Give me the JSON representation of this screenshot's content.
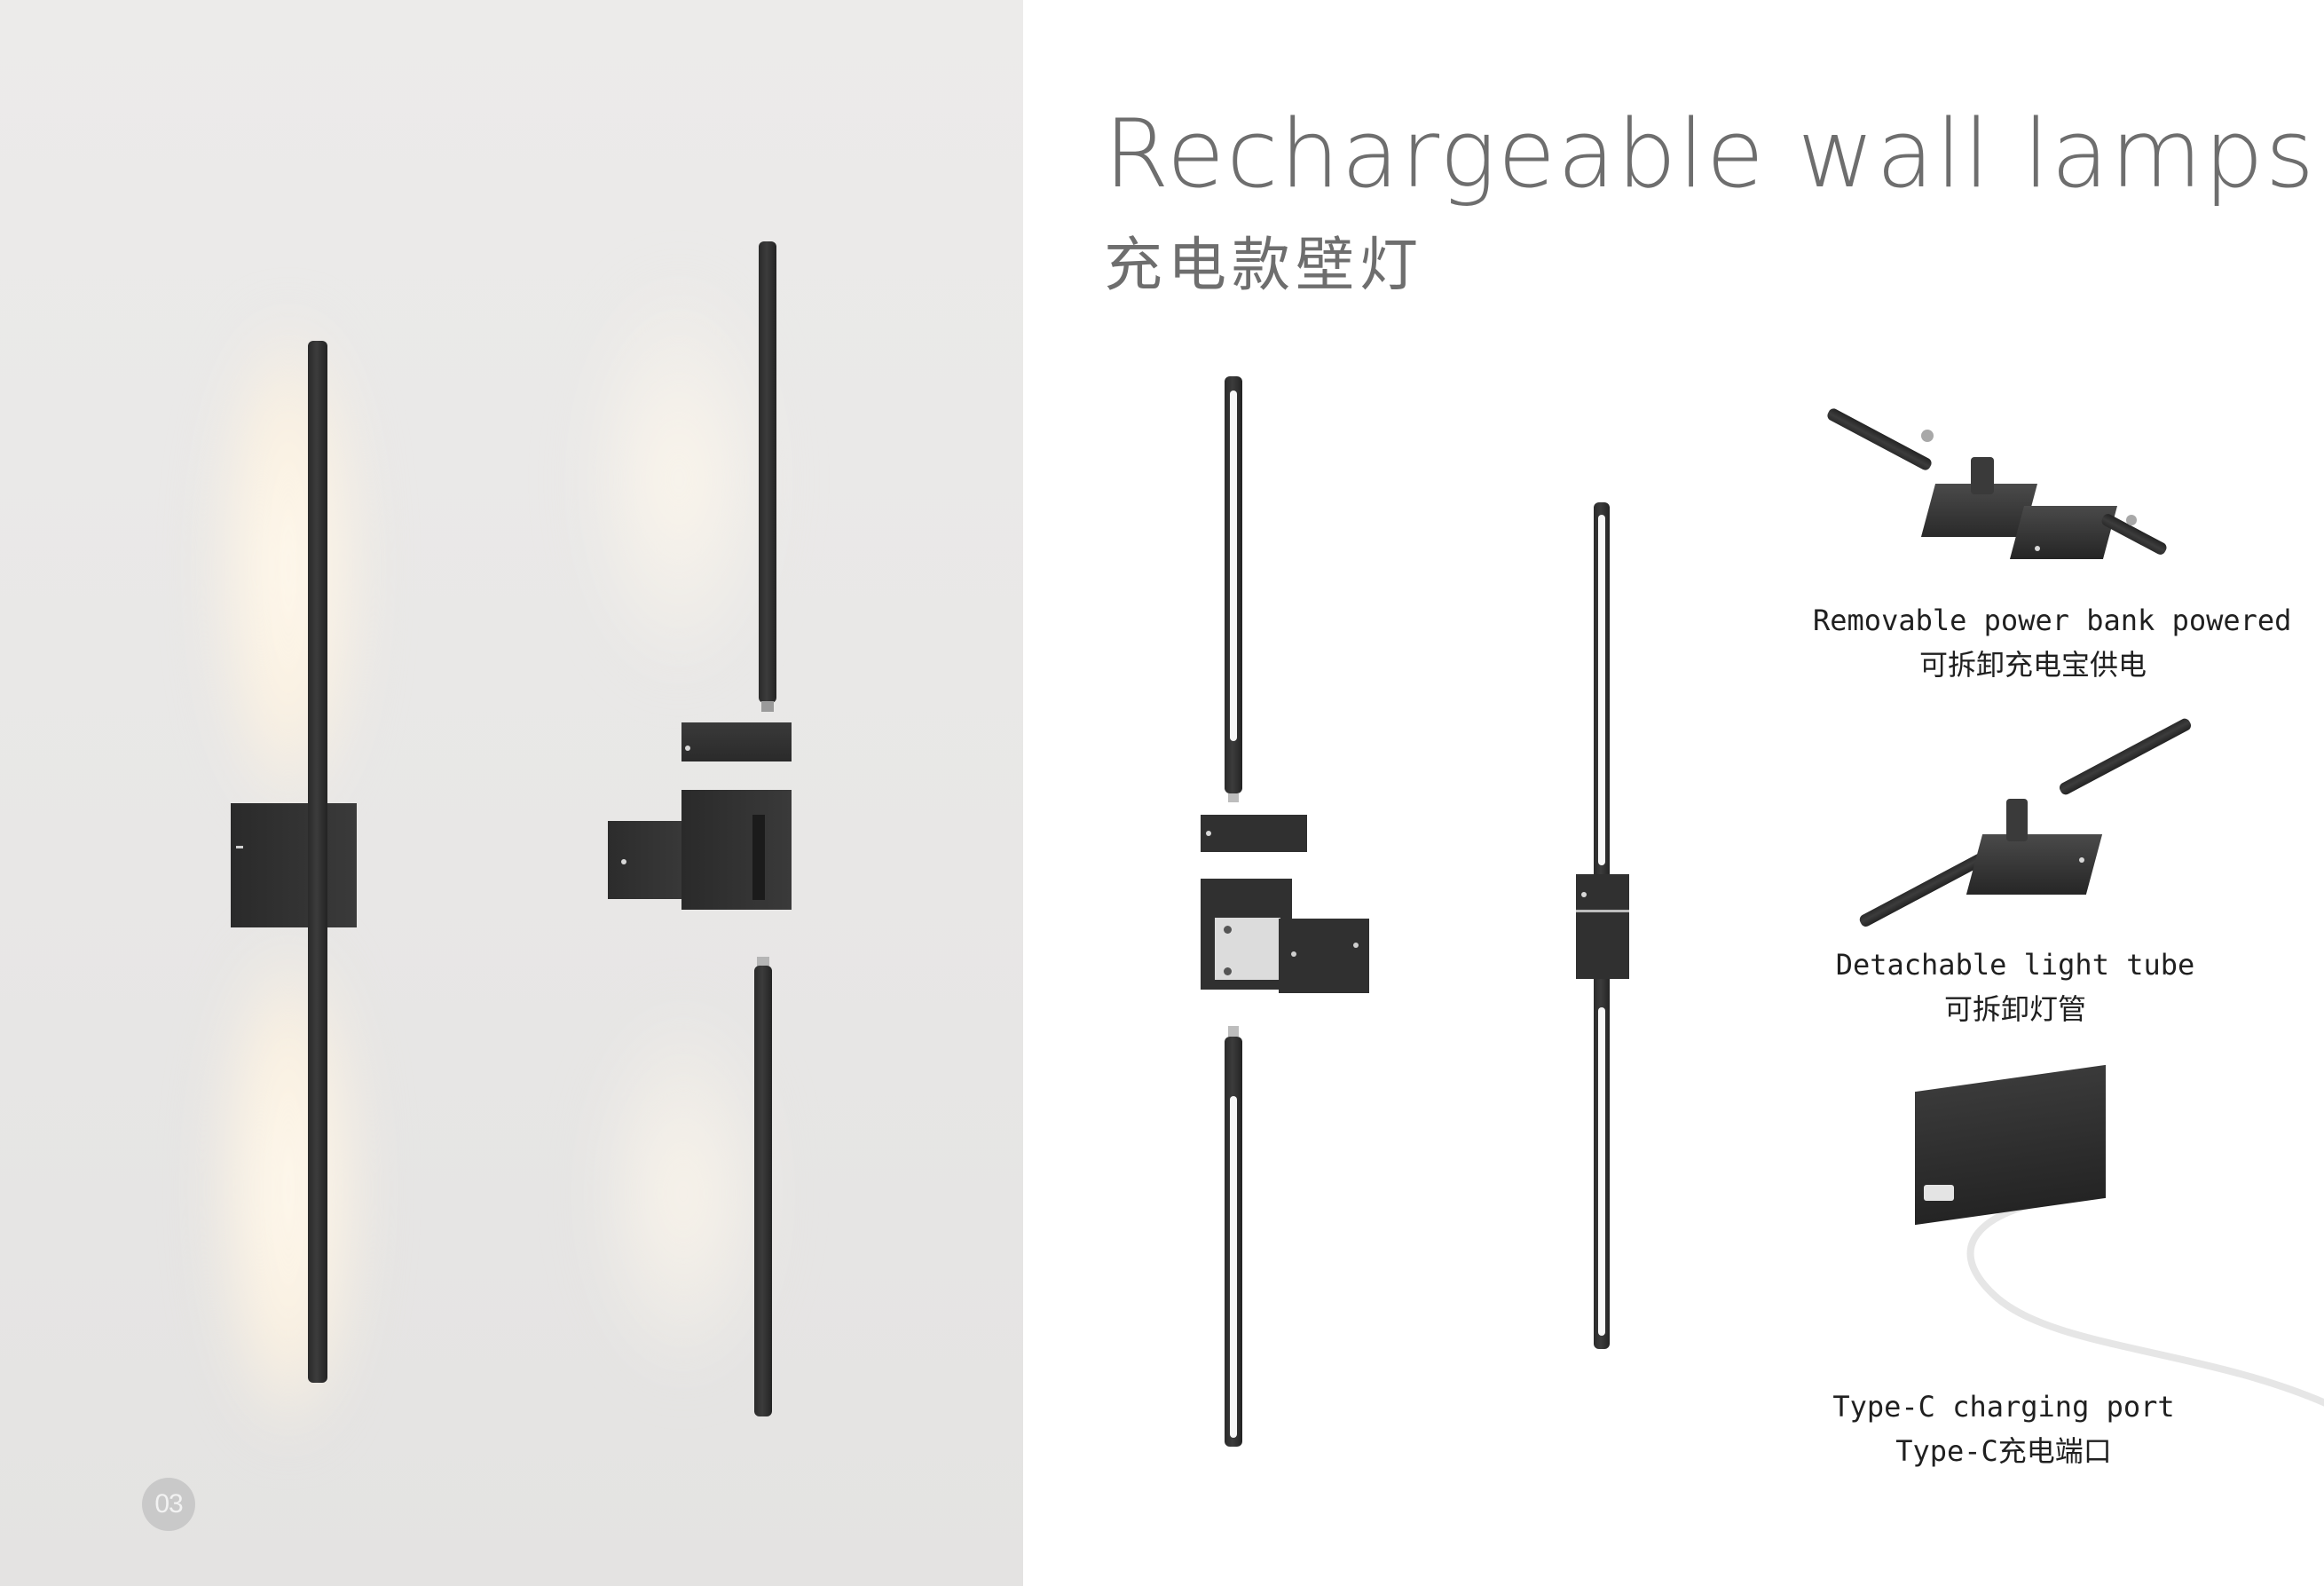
{
  "title": {
    "en": "Rechargeable wall lamps",
    "cn": "充电款壁灯"
  },
  "features": [
    {
      "en": "Removable power bank powered",
      "cn": "可拆卸充电宝供电"
    },
    {
      "en": "Detachable light tube",
      "cn": "可拆卸灯管"
    },
    {
      "en": "Type-C charging port",
      "cn": "Type-C充电端口"
    }
  ],
  "page_number": "03",
  "colors": {
    "wall": "#e9e8e7",
    "lamp_black": "#2e2e2e",
    "title_gray": "#6e6e6e",
    "warm_glow": "#fff6e6"
  }
}
